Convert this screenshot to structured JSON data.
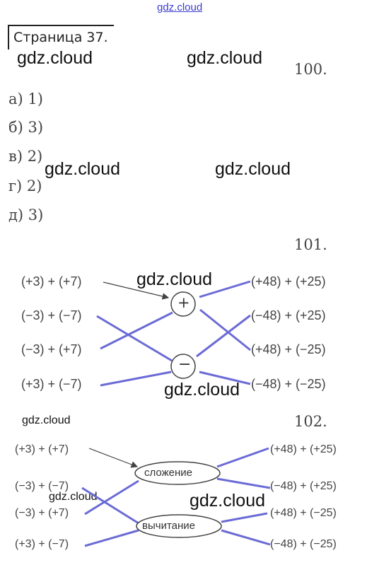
{
  "watermarks": {
    "top": "gdz.cloud",
    "w1": "gdz.cloud",
    "w2": "gdz.cloud",
    "w3": "gdz.cloud",
    "w4": "gdz.cloud",
    "w5": "gdz.cloud",
    "w6": "gdz.cloud",
    "w7": "gdz.cloud",
    "w8": "gdz.cloud",
    "w9": "gdz.cloud"
  },
  "header": {
    "page_label": "Страница 37."
  },
  "ex100": {
    "number": "100.",
    "answers": [
      "а) 1)",
      "б) 3)",
      "в) 2)",
      "г) 2)",
      "д) 3)"
    ]
  },
  "ex101": {
    "number": "101.",
    "left": [
      "(+3) + (+7)",
      "(−3) + (−7)",
      "(−3) + (+7)",
      "(+3) + (−7)"
    ],
    "right": [
      "(+48) + (+25)",
      "(−48) + (+25)",
      "(+48) + (−25)",
      "(−48) + (−25)"
    ],
    "ops": [
      "+",
      "−"
    ]
  },
  "ex102": {
    "number": "102.",
    "left": [
      "(+3) + (+7)",
      "(−3) + (−7)",
      "(−3) + (+7)",
      "(+3) + (−7)"
    ],
    "right": [
      "(+48) + (+25)",
      "(−48) + (+25)",
      "(+48) + (−25)",
      "(−48) + (−25)"
    ],
    "ops": [
      "сложение",
      "вычитание"
    ]
  },
  "colors": {
    "line": "#6b6bd6",
    "arrow": "#444444"
  }
}
